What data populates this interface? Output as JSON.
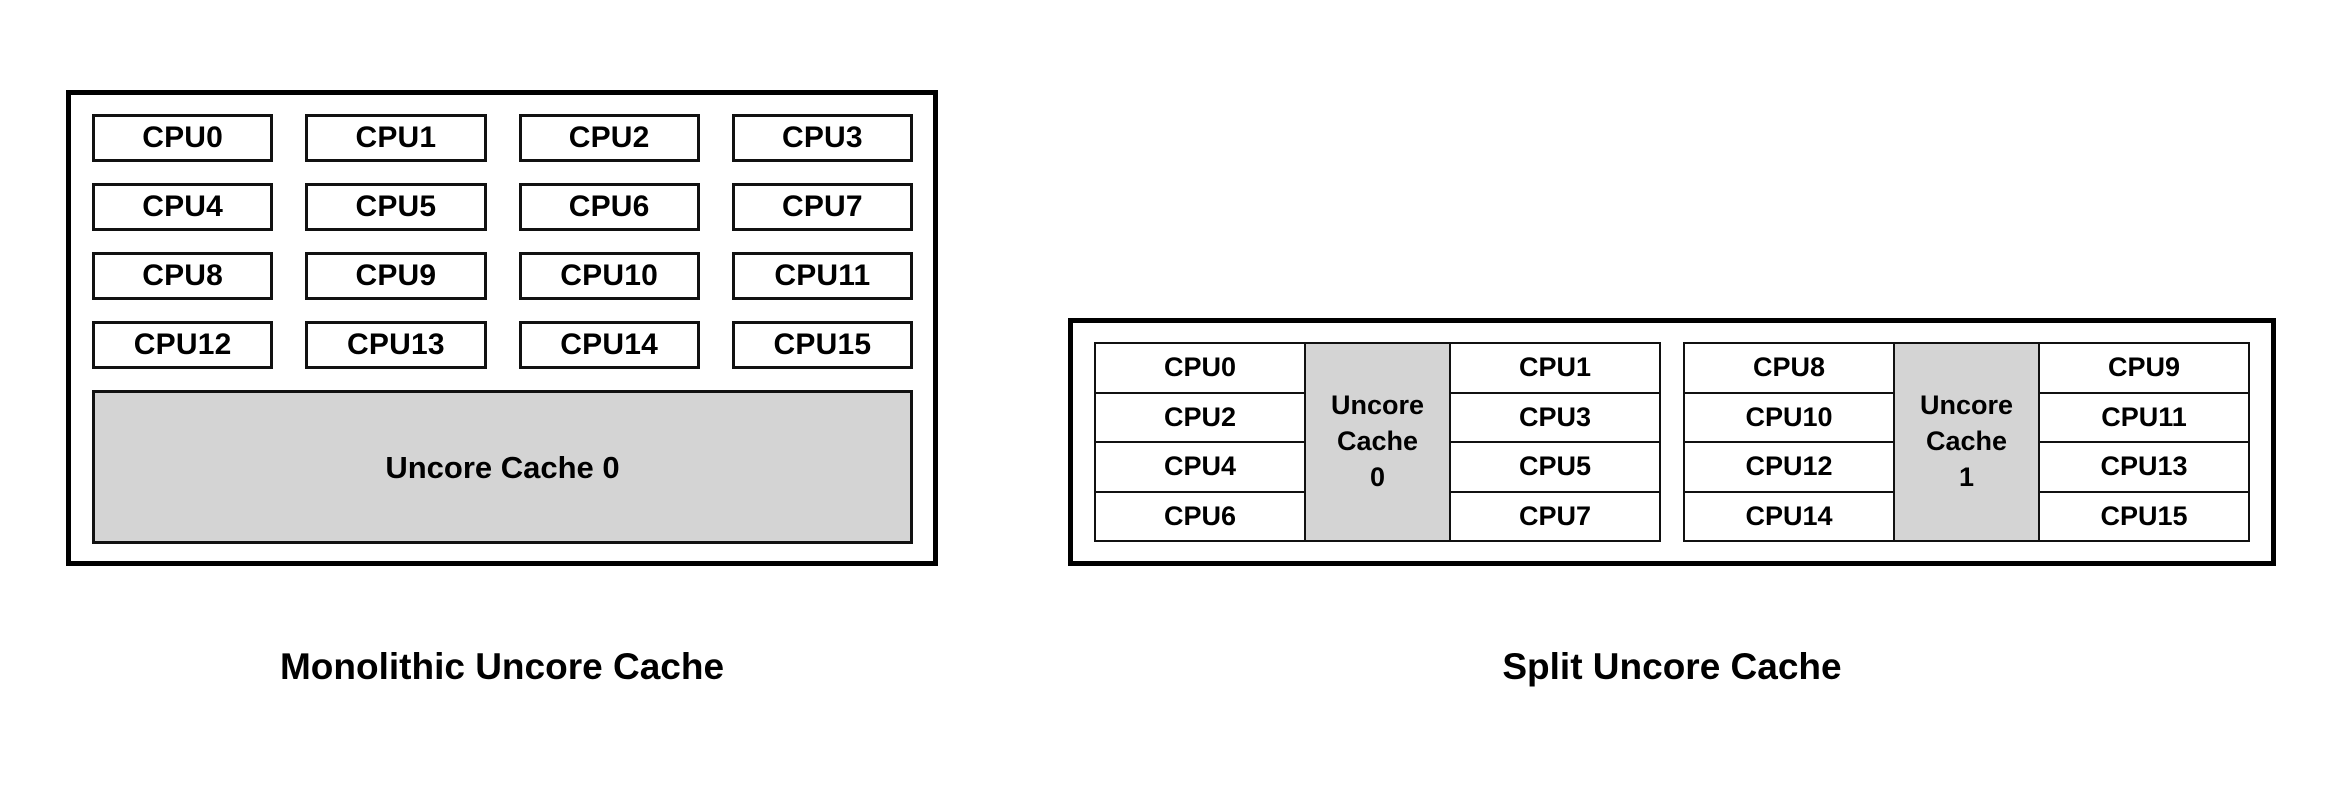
{
  "figure": {
    "background": "#ffffff",
    "cache_fill": "#d4d4d4",
    "stroke": "#000000"
  },
  "monolithic": {
    "caption": "Monolithic Uncore Cache",
    "cpu_rows": [
      [
        "CPU0",
        "CPU1",
        "CPU2",
        "CPU3"
      ],
      [
        "CPU4",
        "CPU5",
        "CPU6",
        "CPU7"
      ],
      [
        "CPU8",
        "CPU9",
        "CPU10",
        "CPU11"
      ],
      [
        "CPU12",
        "CPU13",
        "CPU14",
        "CPU15"
      ]
    ],
    "cache_label": "Uncore Cache 0"
  },
  "split": {
    "caption": "Split Uncore Cache",
    "groups": [
      {
        "left_cpus": [
          "CPU0",
          "CPU2",
          "CPU4",
          "CPU6"
        ],
        "cache_label": "Uncore\nCache\n0",
        "right_cpus": [
          "CPU1",
          "CPU3",
          "CPU5",
          "CPU7"
        ]
      },
      {
        "left_cpus": [
          "CPU8",
          "CPU10",
          "CPU12",
          "CPU14"
        ],
        "cache_label": "Uncore\nCache\n1",
        "right_cpus": [
          "CPU9",
          "CPU11",
          "CPU13",
          "CPU15"
        ]
      }
    ]
  }
}
